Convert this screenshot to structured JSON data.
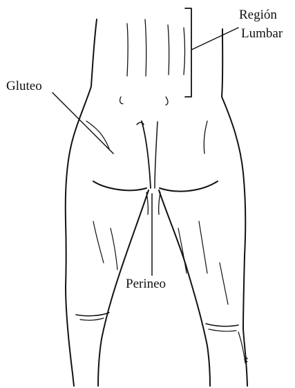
{
  "labels": {
    "lumbar_line1": "Región",
    "lumbar_line2": "Lumbar",
    "gluteo": "Gluteo",
    "perineo": "Perineo"
  },
  "colors": {
    "ink": "#111111",
    "background": "#ffffff"
  }
}
